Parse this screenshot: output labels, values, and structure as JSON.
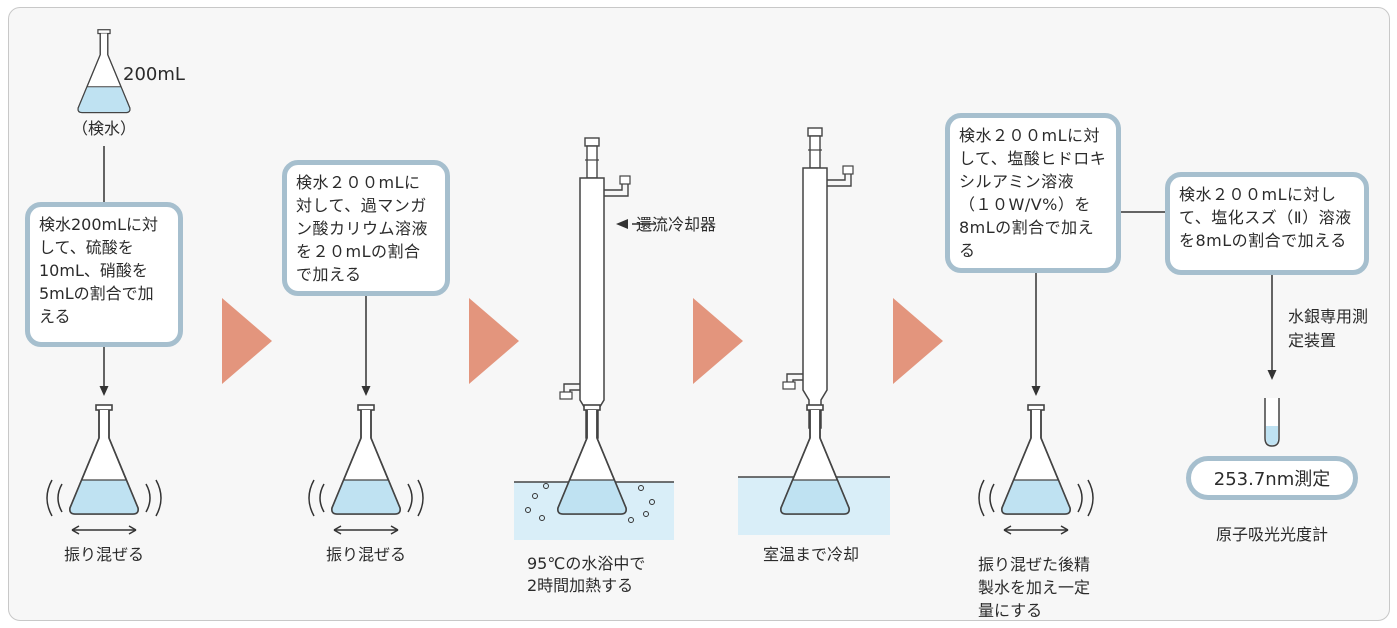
{
  "flask_volume": "200mL",
  "sample_label": "（検水）",
  "steps": [
    {
      "instruction": "検水200mLに対して、硫酸を10mL、硝酸を5mLの割合で加える",
      "caption": "振り混ぜる"
    },
    {
      "instruction": "検水２００mLに対して、過マンガン酸カリウム溶液を２０mLの割合で加える",
      "caption": "振り混ぜる"
    },
    {
      "caption": "95℃の水浴中で2時間加熱する"
    },
    {
      "caption": "室温まで冷却"
    },
    {
      "instruction": "検水２００mLに対して、塩酸ヒドロキシルアミン溶液（１０W/V%）を8mLの割合で加える",
      "caption": "振り混ぜた後精製水を加え一定量にする"
    },
    {
      "instruction": "検水２００mLに対して、塩化スズ（Ⅱ）溶液を8mLの割合で加える",
      "caption": "原子吸光光度計"
    }
  ],
  "condenser_label": "還流冷却器",
  "device_label": "水銀専用測定装置",
  "measurement": "253.7nm測定",
  "colors": {
    "box_border": "#a6bfce",
    "arrow": "#e3957d",
    "liquid": "#bfe2f2",
    "bath": "#d9eef8",
    "panel": "#f7f7f7"
  }
}
